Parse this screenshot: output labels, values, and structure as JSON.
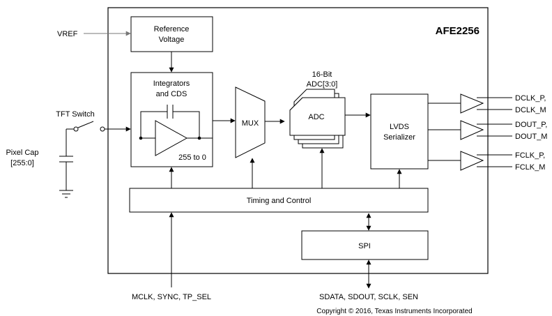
{
  "diagram": {
    "chip_name": "AFE2256",
    "blocks": {
      "reference": [
        "Reference",
        "Voltage"
      ],
      "integrators": [
        "Integrators",
        "and CDS"
      ],
      "integrator_range": "255 to 0",
      "mux": "MUX",
      "adc_header": [
        "16-Bit",
        "ADC[3:0]"
      ],
      "adc": "ADC",
      "lvds": [
        "LVDS",
        "Serializer"
      ],
      "timing": "Timing and Control",
      "spi": "SPI"
    },
    "inputs": {
      "vref": "VREF",
      "tft_switch": "TFT Switch",
      "pixel_cap": [
        "Pixel Cap",
        "[255:0]"
      ],
      "clock_pins": "MCLK, SYNC, TP_SEL",
      "spi_pins": "SDATA, SDOUT, SCLK, SEN"
    },
    "outputs": {
      "dclk_p": "DCLK_P,",
      "dclk_m": "DCLK_M",
      "dout_p": "DOUT_P,",
      "dout_m": "DOUT_M",
      "fclk_p": "FCLK_P,",
      "fclk_m": "FCLK_M"
    },
    "copyright": "Copyright © 2016, Texas Instruments Incorporated"
  }
}
